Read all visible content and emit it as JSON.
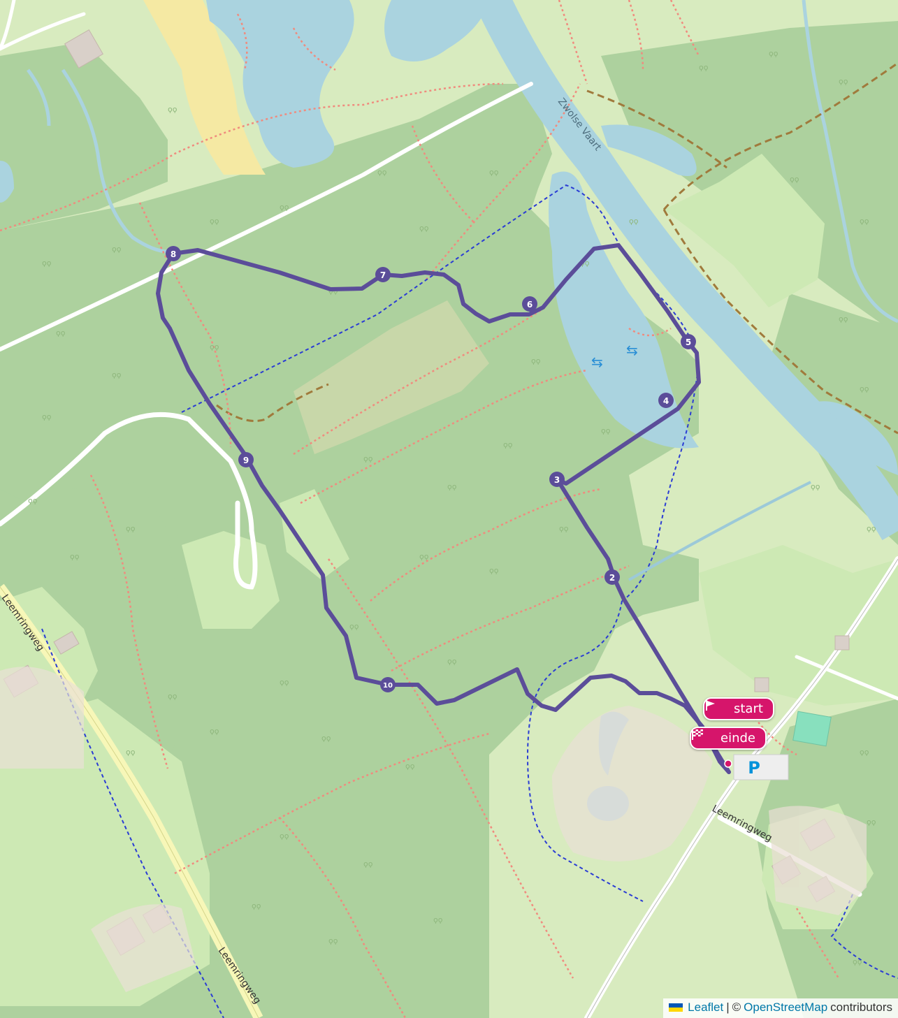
{
  "map": {
    "labels": {
      "canal": "Zwolse Vaart",
      "road_left": "Leemringweg",
      "road_left_bottom": "Leemringweg",
      "road_right": "Leemringweg"
    },
    "waypoints": [
      "2",
      "3",
      "4",
      "5",
      "6",
      "7",
      "8",
      "9",
      "10"
    ],
    "start_label": "start",
    "end_label": "einde",
    "parking_symbol": "P",
    "route_color": "#5b4d99",
    "marker_color": "#d6156b"
  },
  "attribution": {
    "leaflet": "Leaflet",
    "separator": "|",
    "copyright": "©",
    "osm": "OpenStreetMap",
    "contributors": "contributors"
  }
}
